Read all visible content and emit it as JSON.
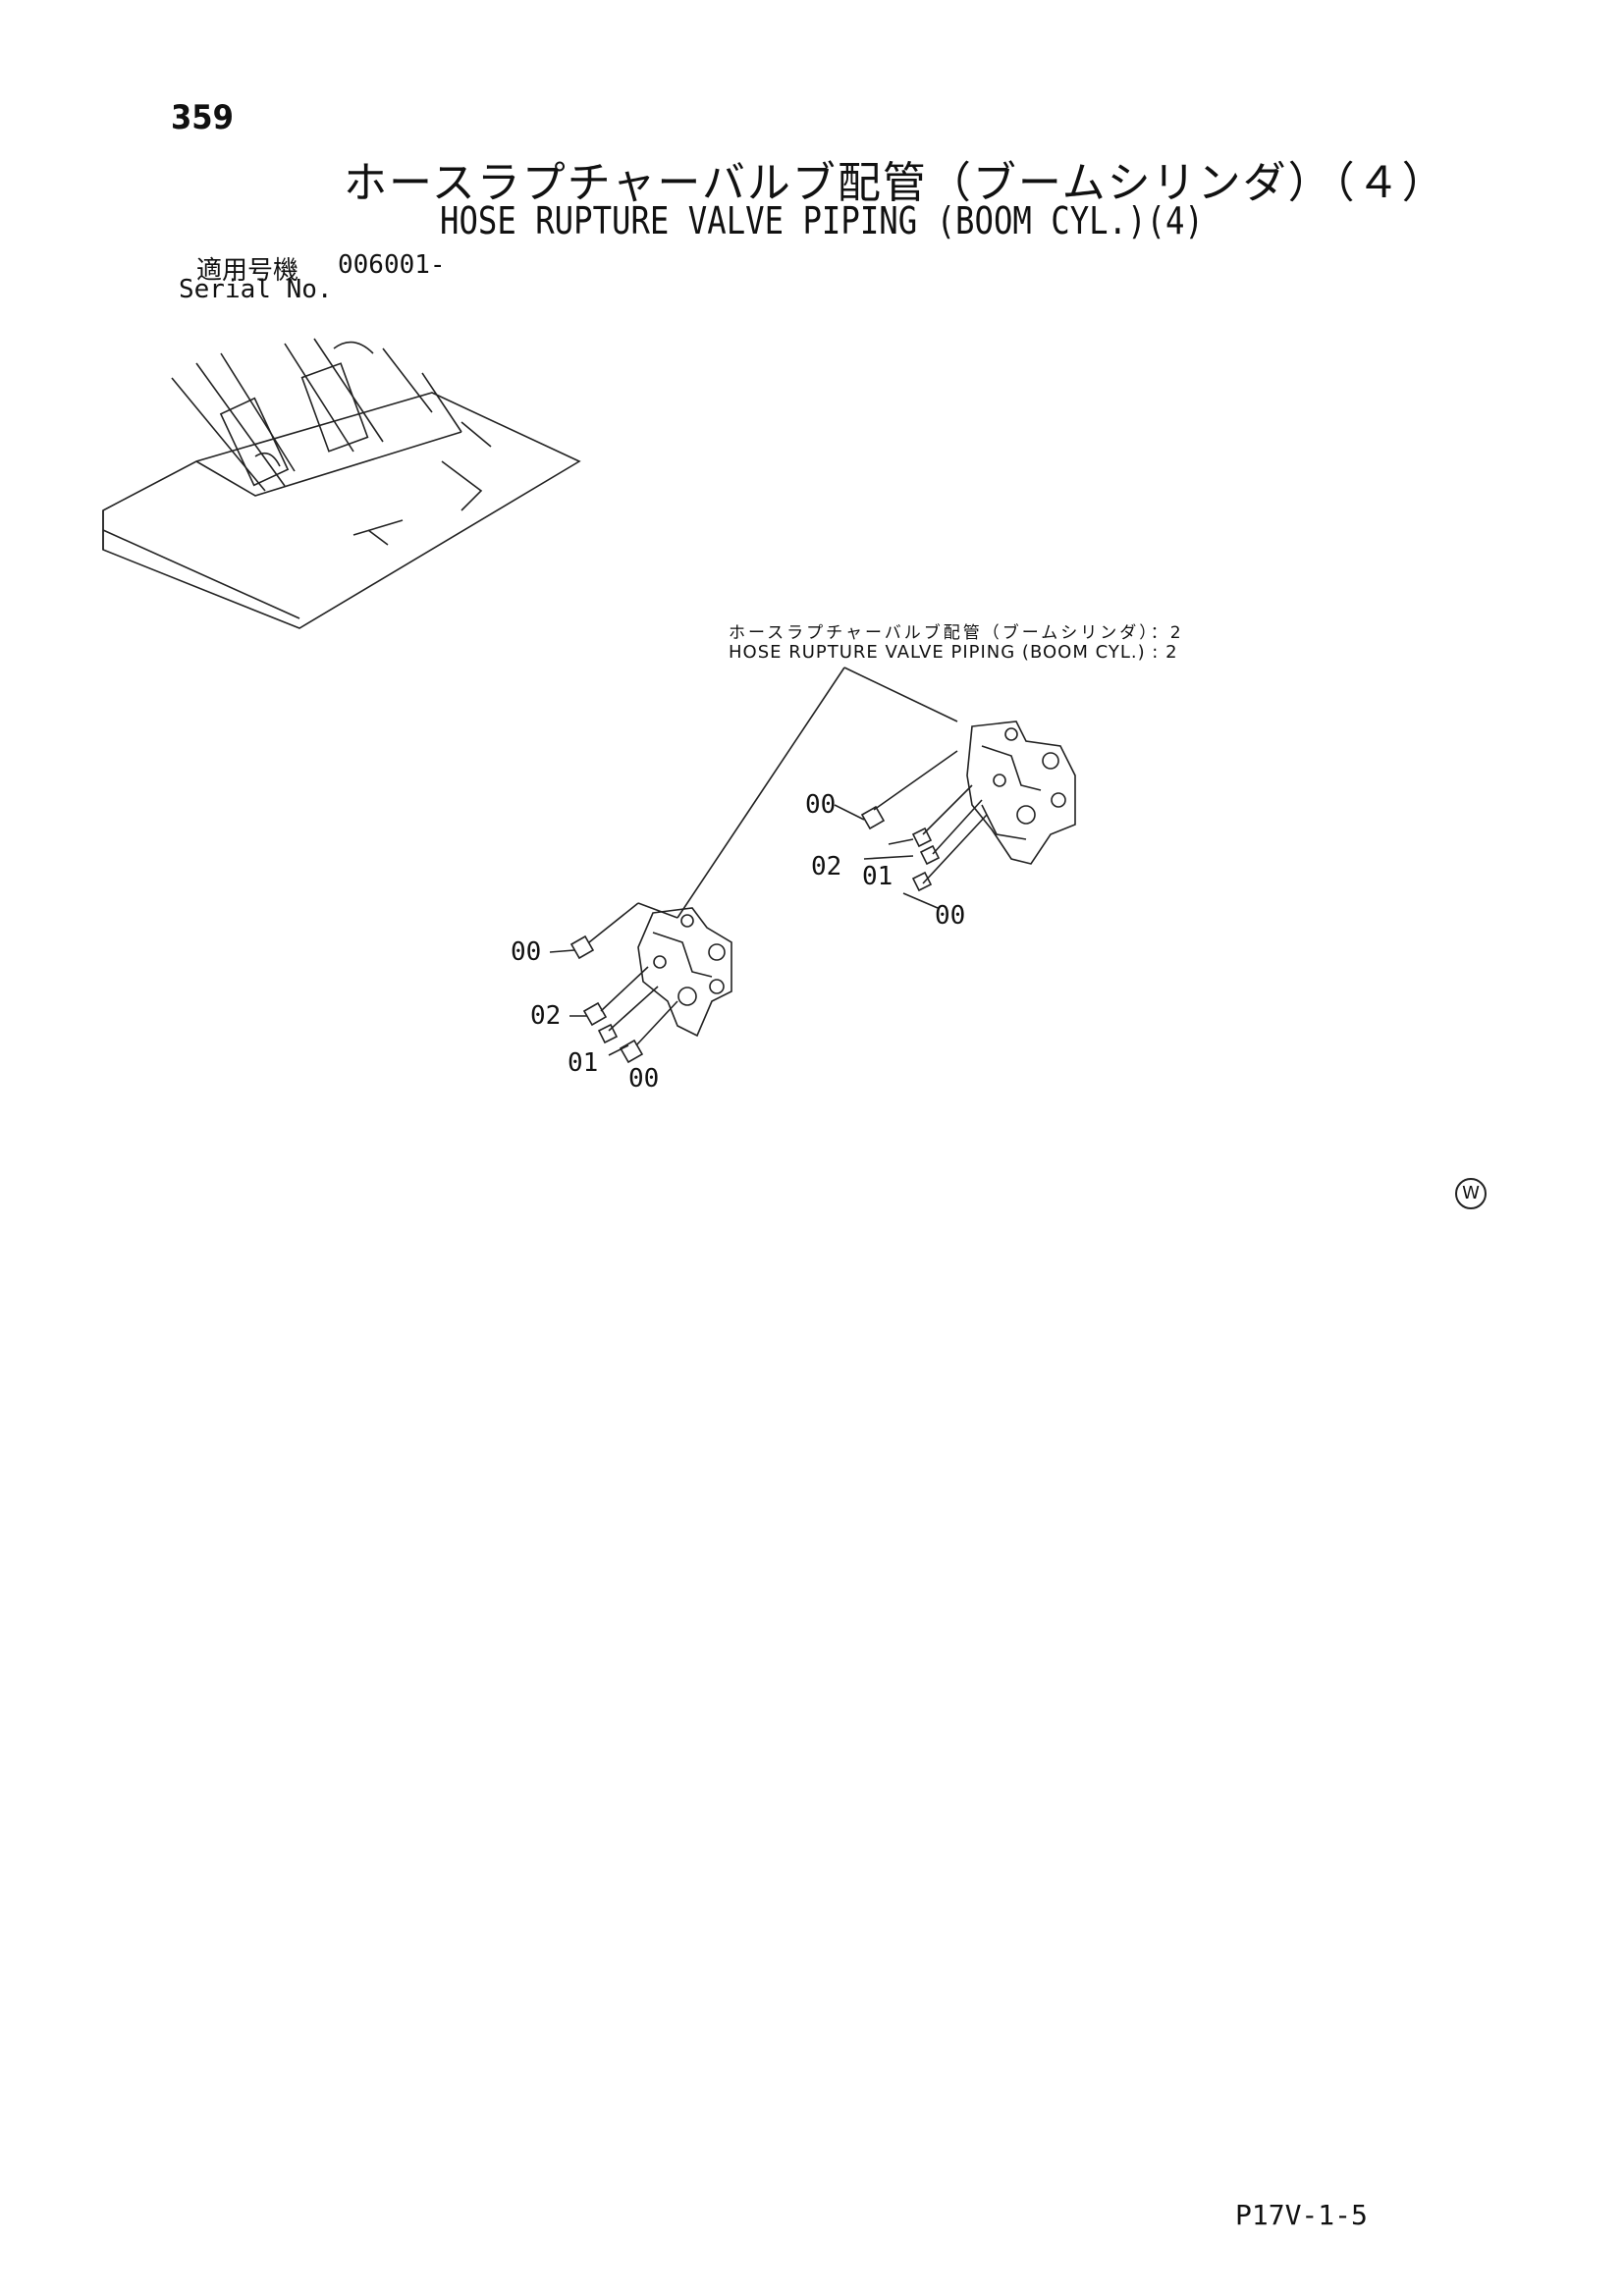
{
  "header": {
    "page_number": "359",
    "title_jp": "ホースラプチャーバルブ配管（ブームシリンダ）（４）",
    "title_en": "HOSE RUPTURE VALVE PIPING (BOOM CYL.)(4)"
  },
  "serial": {
    "label_jp": "適用号機",
    "value": "006001-",
    "label_en": "Serial No."
  },
  "callout": {
    "label_jp": "ホースラプチャーバルブ配管（ブームシリンダ）：2",
    "label_en": "HOSE RUPTURE VALVE PIPING (BOOM CYL.) : 2"
  },
  "parts": {
    "right_assembly": [
      "00",
      "02",
      "01",
      "00"
    ],
    "left_assembly": [
      "00",
      "02",
      "01",
      "00"
    ]
  },
  "footer": {
    "ref_code": "P17V-1-5",
    "w_mark": "W"
  },
  "icons": {
    "inset": "excavator-boom-overview-icon",
    "valve": "hose-rupture-valve-icon",
    "fitting": "elbow-fitting-icon"
  }
}
